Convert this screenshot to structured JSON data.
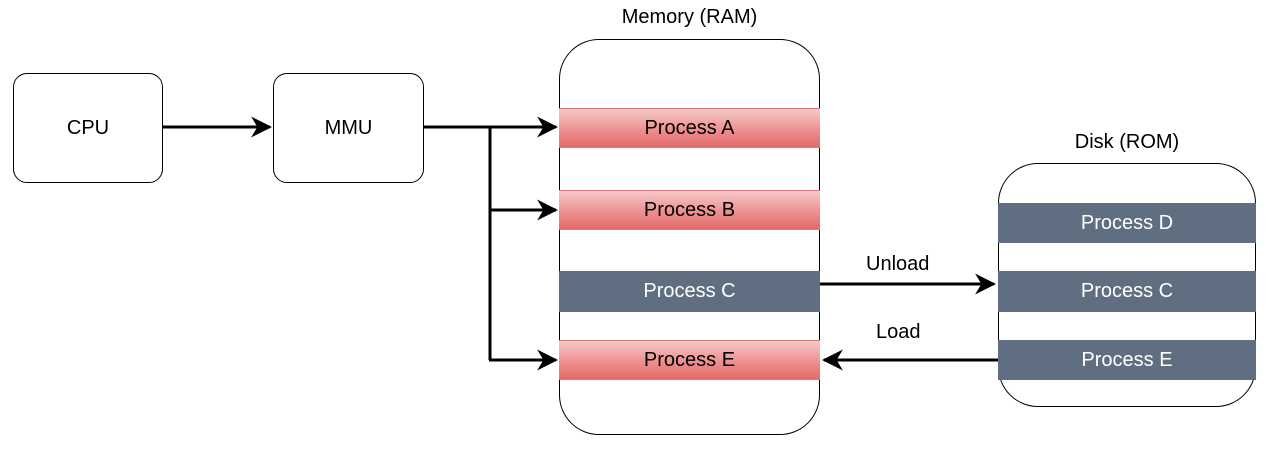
{
  "nodes": {
    "cpu": {
      "label": "CPU"
    },
    "mmu": {
      "label": "MMU"
    }
  },
  "memory": {
    "title": "Memory (RAM)",
    "processes": [
      {
        "label": "Process A",
        "style": "red"
      },
      {
        "label": "Process B",
        "style": "red"
      },
      {
        "label": "Process C",
        "style": "slate"
      },
      {
        "label": "Process E",
        "style": "red"
      }
    ]
  },
  "disk": {
    "title": "Disk (ROM)",
    "processes": [
      {
        "label": "Process D",
        "style": "slate"
      },
      {
        "label": "Process C",
        "style": "slate"
      },
      {
        "label": "Process E",
        "style": "slate"
      }
    ]
  },
  "edges": {
    "unload_label": "Unload",
    "load_label": "Load"
  },
  "colors": {
    "active_process": "#e8797a",
    "swapped_process": "#5f6f81",
    "stroke": "#000000"
  }
}
